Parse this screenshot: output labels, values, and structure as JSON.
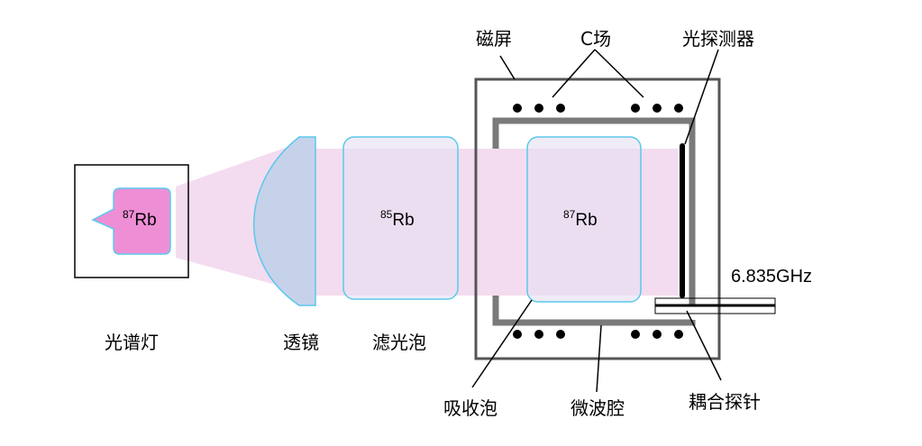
{
  "labels": {
    "lamp": "光谱灯",
    "lens": "透镜",
    "filter_cell": "滤光泡",
    "absorption_cell": "吸收泡",
    "microwave_cavity": "微波腔",
    "coupling_probe": "耦合探针",
    "magnetic_shield": "磁屏",
    "c_field": "C场",
    "photodetector": "光探测器"
  },
  "isotopes": {
    "lamp": {
      "mass": "87",
      "element": "Rb"
    },
    "filter": {
      "mass": "85",
      "element": "Rb"
    },
    "absorption": {
      "mass": "87",
      "element": "Rb"
    }
  },
  "frequency": "6.835GHz",
  "colors": {
    "lamp_fill": "#ee8fd6",
    "cell_border": "#5bc8ee",
    "beam": "#f3dcef",
    "lens_fill": "#c6d2ea",
    "cavity_wall": "#7a7a7a",
    "shield": "#555555"
  }
}
